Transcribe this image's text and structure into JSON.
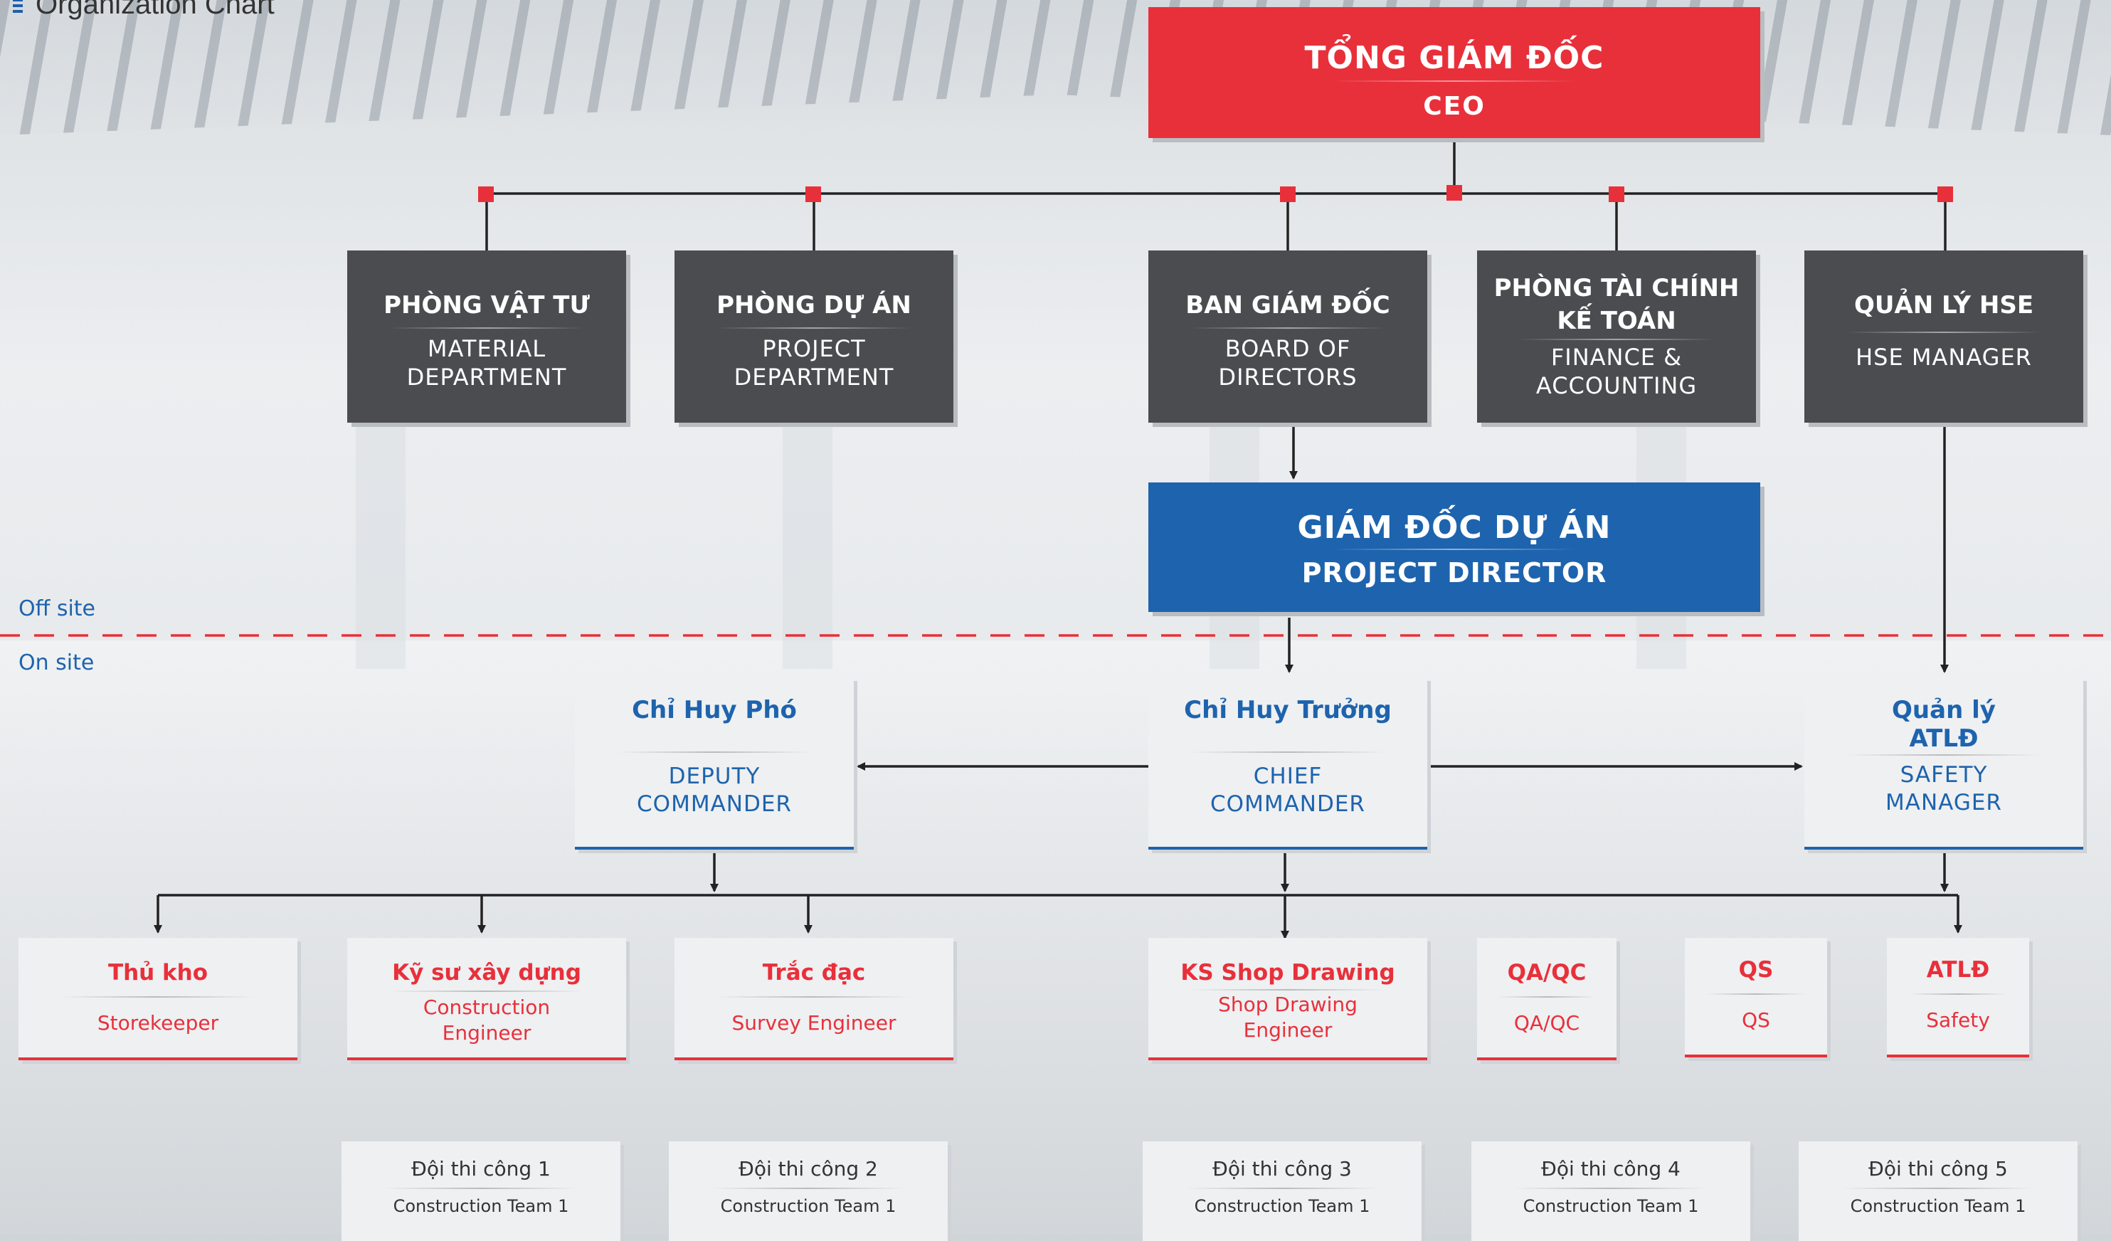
{
  "page": {
    "title": "Organization Chart"
  },
  "zones": {
    "off_site": "Off site",
    "on_site": "On site"
  },
  "ceo": {
    "vi": "TỔNG GIÁM ĐỐC",
    "en": "CEO"
  },
  "departments": [
    {
      "vi": "PHÒNG VẬT TƯ",
      "en_1": "MATERIAL",
      "en_2": "DEPARTMENT"
    },
    {
      "vi": "PHÒNG DỰ ÁN",
      "en_1": "PROJECT",
      "en_2": "DEPARTMENT"
    },
    {
      "vi": "BAN GIÁM ĐỐC",
      "en_1": "BOARD OF",
      "en_2": "DIRECTORS"
    },
    {
      "vi_1": "PHÒNG TÀI CHÍNH",
      "vi_2": "KẾ TOÁN",
      "en_1": "FINANCE &",
      "en_2": "ACCOUNTING"
    },
    {
      "vi": "QUẢN LÝ HSE",
      "en": "HSE MANAGER"
    }
  ],
  "project_director": {
    "vi": "GIÁM ĐỐC DỰ ÁN",
    "en": "PROJECT DIRECTOR"
  },
  "commanders": [
    {
      "vi": "Chỉ Huy Phó",
      "en_1": "DEPUTY",
      "en_2": "COMMANDER"
    },
    {
      "vi": "Chỉ Huy Trưởng",
      "en_1": "CHIEF",
      "en_2": "COMMANDER"
    },
    {
      "vi_1": "Quản lý",
      "vi_2": "ATLĐ",
      "en_1": "SAFETY",
      "en_2": "MANAGER"
    }
  ],
  "staff": [
    {
      "vi": "Thủ kho",
      "en": "Storekeeper"
    },
    {
      "vi": "Kỹ sư xây dựng",
      "en_1": "Construction",
      "en_2": "Engineer"
    },
    {
      "vi": "Trắc đạc",
      "en": "Survey Engineer"
    },
    {
      "vi": "KS Shop Drawing",
      "en_1": "Shop Drawing",
      "en_2": "Engineer"
    },
    {
      "vi": "QA/QC",
      "en": "QA/QC"
    },
    {
      "vi": "QS",
      "en": "QS"
    },
    {
      "vi": "ATLĐ",
      "en": "Safety"
    }
  ],
  "teams": [
    {
      "vi": "Đội thi công 1",
      "en": "Construction Team 1"
    },
    {
      "vi": "Đội thi công 2",
      "en": "Construction Team 1"
    },
    {
      "vi": "Đội thi công 3",
      "en": "Construction Team 1"
    },
    {
      "vi": "Đội thi công 4",
      "en": "Construction Team 1"
    },
    {
      "vi": "Đội thi công 5",
      "en": "Construction Team 1"
    }
  ],
  "colors": {
    "red": "#e8303a",
    "dark": "#4b4c4f",
    "blue": "#1e63ad",
    "light": "#eef0f2"
  }
}
